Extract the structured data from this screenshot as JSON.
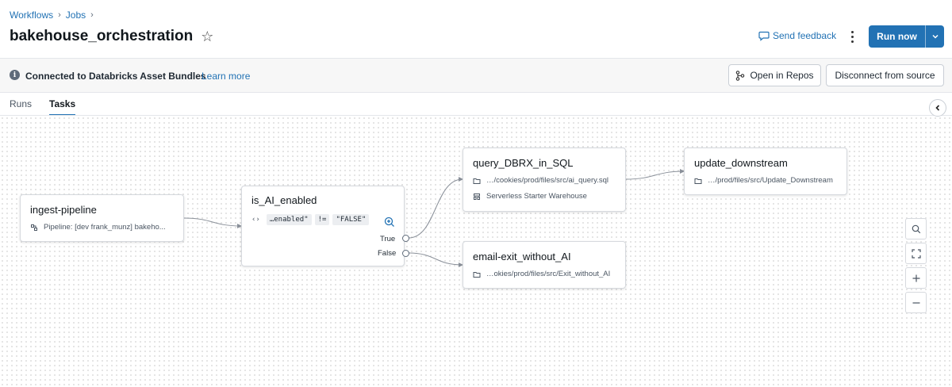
{
  "breadcrumb": {
    "items": [
      "Workflows",
      "Jobs"
    ]
  },
  "header": {
    "title": "bakehouse_orchestration",
    "send_feedback": "Send feedback",
    "run_now": "Run now"
  },
  "banner": {
    "text": "Connected to Databricks Asset Bundles",
    "link": "Learn more",
    "open_in_repos": "Open in Repos",
    "disconnect": "Disconnect from source"
  },
  "tabs": [
    {
      "label": "Runs",
      "active": false
    },
    {
      "label": "Tasks",
      "active": true
    }
  ],
  "nodes": {
    "ingest": {
      "title": "ingest-pipeline",
      "detail": "Pipeline:  [dev frank_munz] bakeho..."
    },
    "condition": {
      "title": "is_AI_enabled",
      "left": "…enabled\"",
      "op": "!=",
      "right": "\"FALSE\"",
      "true_label": "True",
      "false_label": "False"
    },
    "query": {
      "title": "query_DBRX_in_SQL",
      "path": "…/cookies/prod/files/src/ai_query.sql",
      "warehouse": "Serverless Starter Warehouse"
    },
    "exit": {
      "title": "email-exit_without_AI",
      "path": "…okies/prod/files/src/Exit_without_AI"
    },
    "update": {
      "title": "update_downstream",
      "path": "…/prod/files/src/Update_Downstream"
    }
  },
  "colors": {
    "accent": "#2272b4",
    "edge": "#8a9099"
  },
  "icons": [
    "chevron-right-icon",
    "star-icon",
    "feedback-icon",
    "kebab-icon",
    "chevron-down-icon",
    "info-icon",
    "branch-icon",
    "pipeline-icon",
    "code-icon",
    "zoom-in-icon",
    "folder-icon",
    "warehouse-icon",
    "chevron-left-icon",
    "search-icon",
    "fit-view-icon",
    "plus-icon",
    "minus-icon"
  ]
}
